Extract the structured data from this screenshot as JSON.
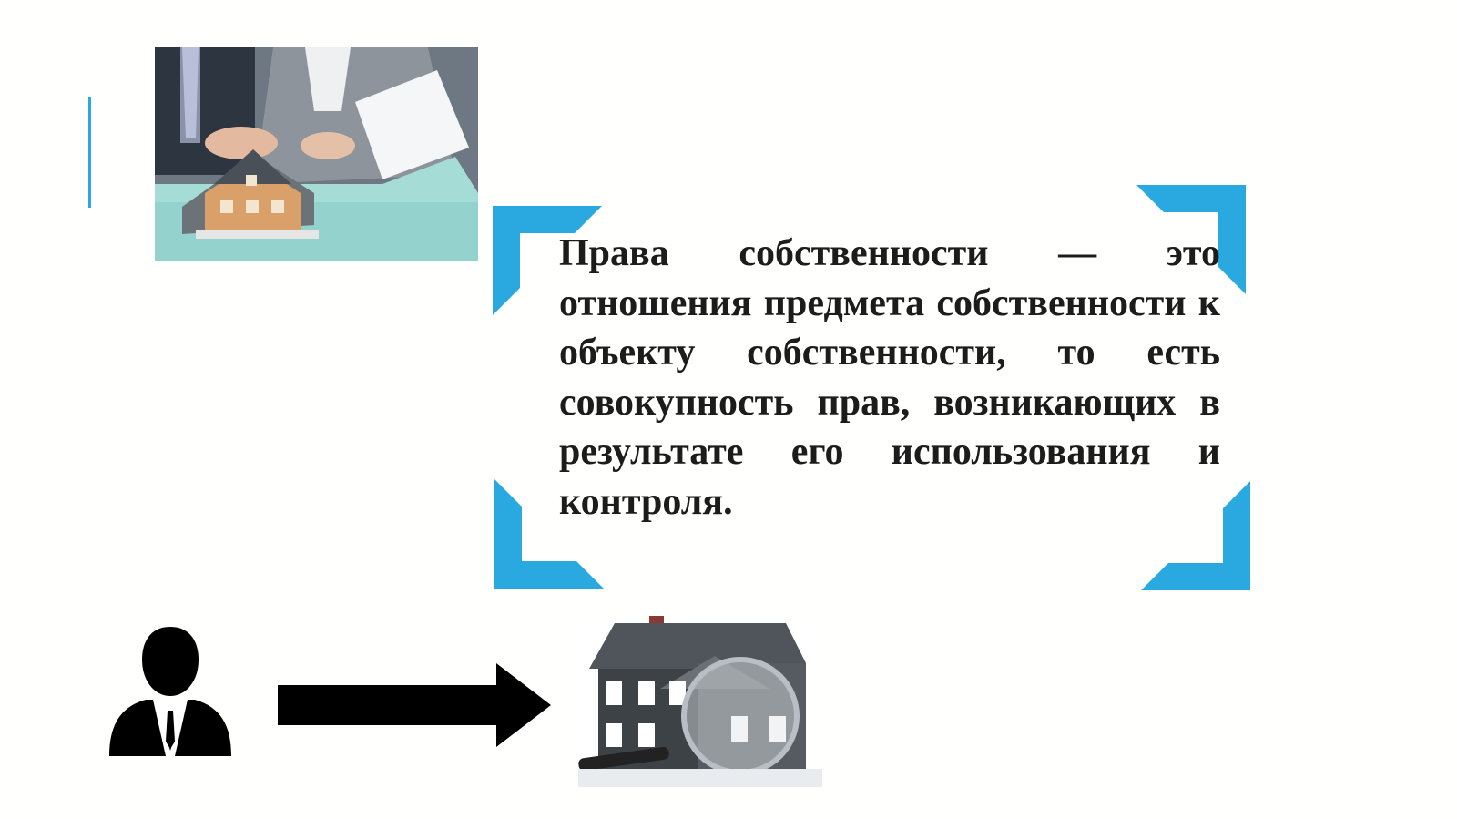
{
  "slide": {
    "definition_text": "Права собственности — это отношения предмета собственности к объекту собственности, то есть совокупность прав, возникающих в результате его использования и контроля.",
    "colors": {
      "accent": "#2aa9e0",
      "text": "#1c1c1c",
      "background": "#fffffe",
      "icon": "#000000"
    },
    "icons": [
      "businessman-icon",
      "right-arrow-icon"
    ],
    "images": [
      "business-meeting-with-house-model-photo",
      "house-under-magnifying-glass-photo"
    ]
  }
}
